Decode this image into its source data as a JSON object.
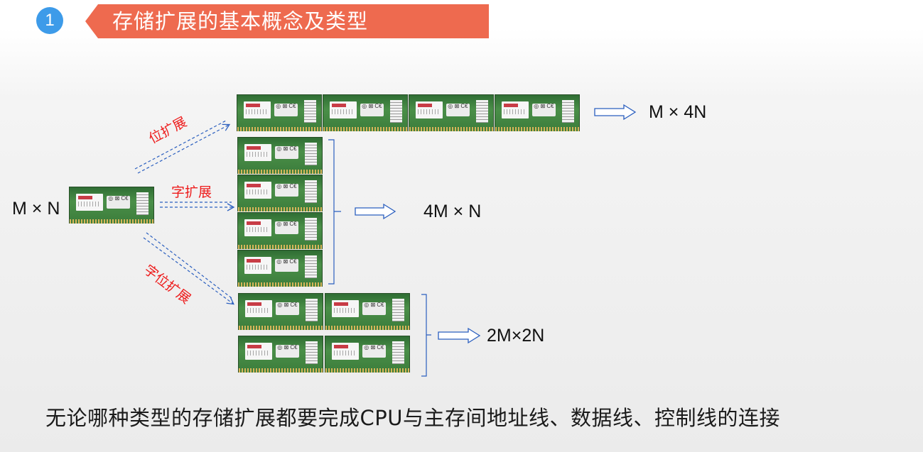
{
  "header": {
    "badge_number": "1",
    "title": "存储扩展的基本概念及类型",
    "badge_color": "#3d9be9",
    "banner_color": "#ee6a4f"
  },
  "diagram": {
    "source_label": "M × N",
    "branches": [
      {
        "method": "位扩展",
        "result": "M × 4N",
        "layout": "4 modules in a row"
      },
      {
        "method": "字扩展",
        "result": "4M × N",
        "layout": "4 modules in a column"
      },
      {
        "method": "字位扩展",
        "result": "2M×2N",
        "layout": "2×2 grid of modules"
      }
    ],
    "arrow_color": "#2b5fbf",
    "method_label_color": "#ee1c1c",
    "module_icon": "ram-module-icon"
  },
  "footer": {
    "text": "无论哪种类型的存储扩展都要完成CPU与主存间地址线、数据线、控制线的连接"
  }
}
